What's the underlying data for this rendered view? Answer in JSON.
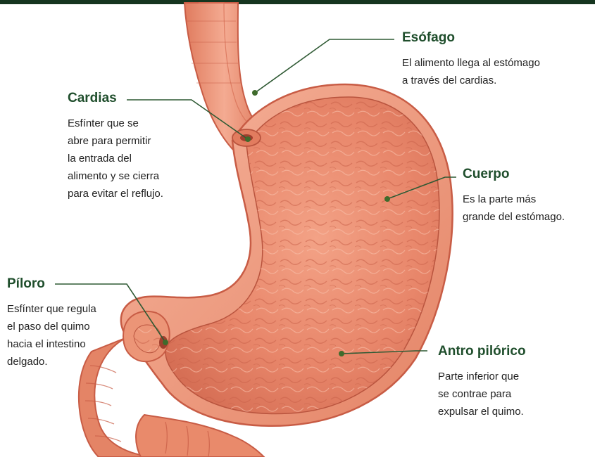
{
  "colors": {
    "header_bar": "#15351f",
    "label_title": "#1f4e2c",
    "leader_line": "#2f5a34",
    "tissue": "#e98a6b",
    "tissue_dark": "#c85c45",
    "interior": "#ee8f6d"
  },
  "labels": {
    "esofago": {
      "title": "Esófago",
      "desc": "El alimento llega al estómago a través del cardias.",
      "lines": [
        "El alimento llega al estómago",
        "a través del cardias."
      ]
    },
    "cardias": {
      "title": "Cardias",
      "desc": "Esfínter que se abre para permitir la entrada del alimento y se cierra para evitar el reflujo.",
      "lines": [
        "Esfínter que se",
        "abre para permitir",
        "la entrada del",
        "alimento y se cierra",
        "para evitar el reflujo."
      ]
    },
    "cuerpo": {
      "title": "Cuerpo",
      "desc": "Es la parte más grande del estómago.",
      "lines": [
        "Es la parte más",
        "grande del estómago."
      ]
    },
    "piloro": {
      "title": "Píloro",
      "desc": "Esfínter que regula el paso del quimo hacia el intestino delgado.",
      "lines": [
        "Esfínter que regula",
        "el paso del quimo",
        "hacia el intestino",
        "delgado."
      ]
    },
    "antro": {
      "title": "Antro pilórico",
      "desc": "Parte inferior que se contrae para expulsar el quimo.",
      "lines": [
        "Parte inferior que",
        "se contrae para",
        "expulsar el quimo."
      ]
    }
  }
}
